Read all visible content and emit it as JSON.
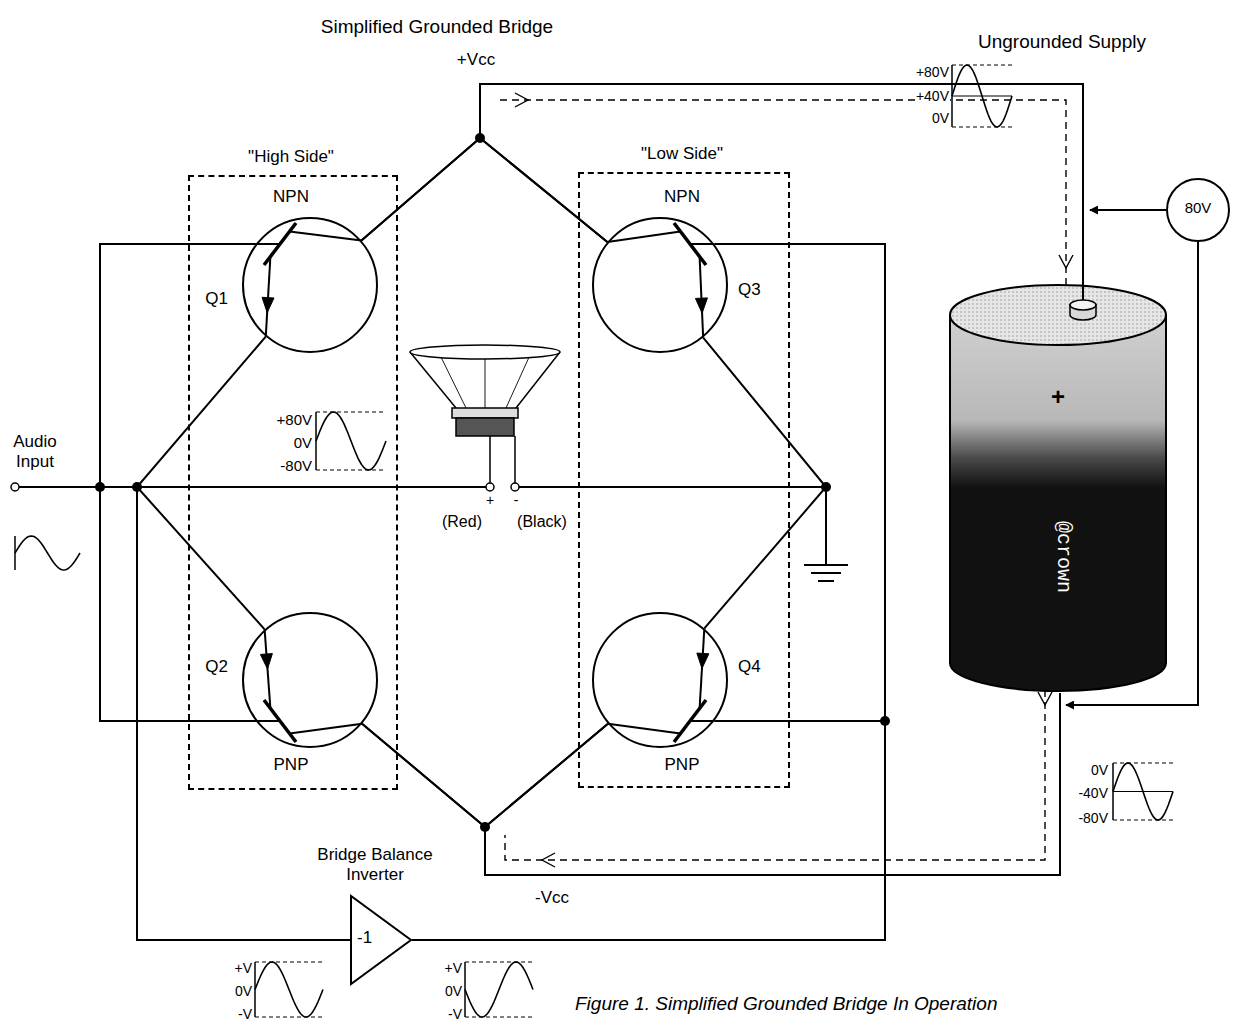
{
  "diagram": {
    "title": "Simplified Grounded Bridge",
    "caption": "Figure 1. Simplified Grounded Bridge In Operation",
    "nodes": [
      {
        "text": [
          "\"High Side\"",
          "NPN",
          "PNP"
        ]
      },
      {
        "text": [
          "Q1"
        ],
        "in": 0
      },
      {
        "text": [
          "Q2"
        ],
        "in": 0
      },
      {
        "text": [
          "\"Low Side\"",
          "NPN",
          "PNP"
        ]
      },
      {
        "text": [
          "Q3"
        ],
        "in": 3
      },
      {
        "text": [
          "Q4"
        ],
        "in": 3
      },
      {
        "text": [
          "+",
          "@crown"
        ]
      },
      {
        "text": [
          "80V"
        ]
      },
      {
        "text": [
          "-1"
        ]
      }
    ],
    "edges": [
      {
        "from": 1,
        "to": 4,
        "arrow": "none"
      },
      {
        "from": 1,
        "to": 2,
        "arrow": "none"
      },
      {
        "from": 4,
        "to": 5,
        "arrow": "none"
      },
      {
        "from": 2,
        "to": 5,
        "arrow": "none"
      },
      {
        "from": 1,
        "to": 6,
        "arrow": "none"
      },
      {
        "from": 4,
        "to": 6,
        "arrow": "none"
      },
      {
        "from": 2,
        "to": 6,
        "arrow": "none"
      },
      {
        "from": 5,
        "to": 6,
        "arrow": "none"
      },
      {
        "from": 8,
        "to": 4,
        "arrow": "none"
      },
      {
        "from": 8,
        "to": 5,
        "arrow": "none"
      }
    ],
    "labels": [
      "+Vcc",
      "Ungrounded Supply",
      "+80V",
      "+40V",
      "0V",
      "Audio Input",
      "+80V",
      "0V",
      "-80V",
      "+",
      "-",
      "(Red)",
      "(Black)",
      "Bridge Balance Inverter",
      "-Vcc",
      "0V",
      "-40V",
      "-80V",
      "+V",
      "0V",
      "-V",
      "+V",
      "0V",
      "-V"
    ]
  }
}
